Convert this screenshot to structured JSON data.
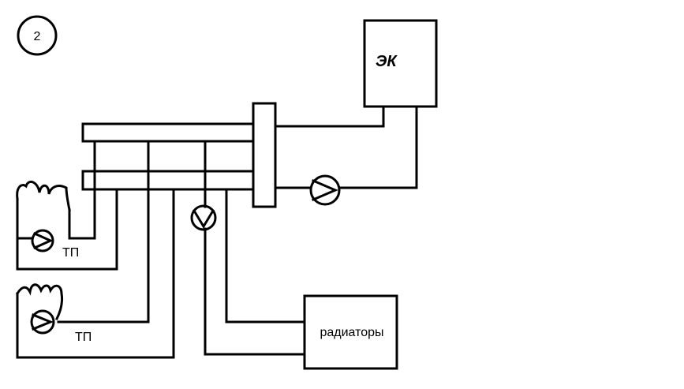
{
  "diagram": {
    "number": "2",
    "boiler_label": "ЭК",
    "floor_heating_label_1": "ТП",
    "floor_heating_label_2": "ТП",
    "radiators_label": "радиаторы"
  },
  "colors": {
    "stroke": "#000000",
    "background": "#ffffff"
  }
}
